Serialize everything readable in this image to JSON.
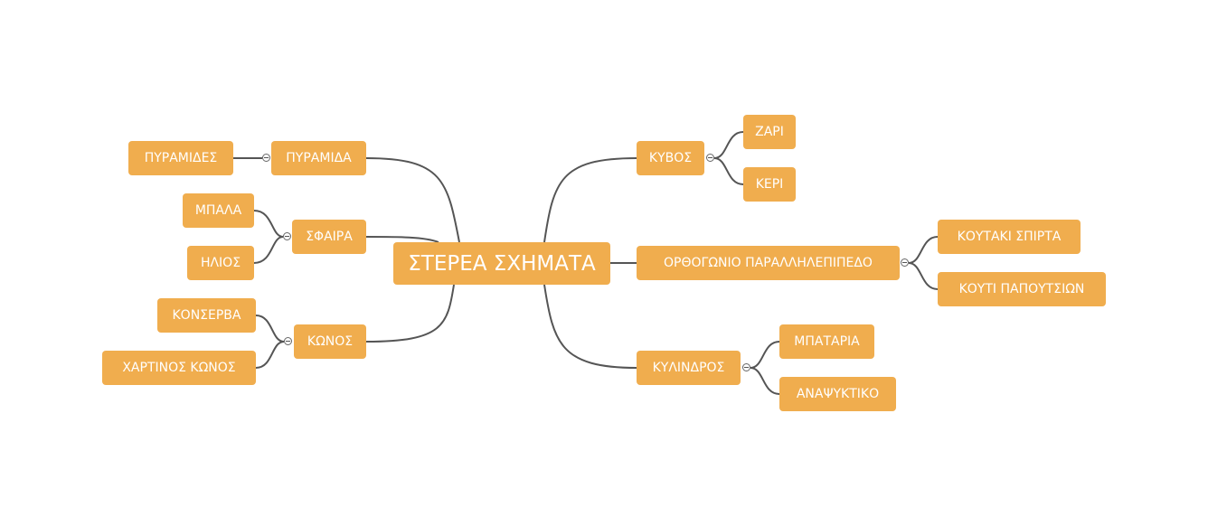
{
  "central": "ΣΤΕΡΕΑ ΣΧΗΜΑΤΑ",
  "left": [
    {
      "label": "ΠΥΡΑΜΙΔΑ",
      "children": [
        "ΠΥΡΑΜΙΔΕΣ"
      ]
    },
    {
      "label": "ΣΦΑΙΡΑ",
      "children": [
        "ΜΠΑΛΑ",
        "ΗΛΙΟΣ"
      ]
    },
    {
      "label": "ΚΩΝΟΣ",
      "children": [
        "ΚΟΝΣΕΡΒΑ",
        "ΧΑΡΤΙΝΟΣ ΚΩΝΟΣ"
      ]
    }
  ],
  "right": [
    {
      "label": "ΚΥΒΟΣ",
      "children": [
        "ΖΑΡΙ",
        "ΚΕΡΙ"
      ]
    },
    {
      "label": "ΟΡΘΟΓΩΝΙΟ ΠΑΡΑΛΛΗΛΕΠΙΠΕΔΟ",
      "children": [
        "ΚΟΥΤΑΚΙ ΣΠΙΡΤΑ",
        "ΚΟΥΤΙ ΠΑΠΟΥΤΣΙΩΝ"
      ]
    },
    {
      "label": "ΚΥΛΙΝΔΡΟΣ",
      "children": [
        "ΜΠΑΤΑΡΙΑ",
        "ΑΝΑΨΥΚΤΙΚΟ"
      ]
    }
  ],
  "colors": {
    "node": "#F0AD4E",
    "line": "#555555"
  }
}
